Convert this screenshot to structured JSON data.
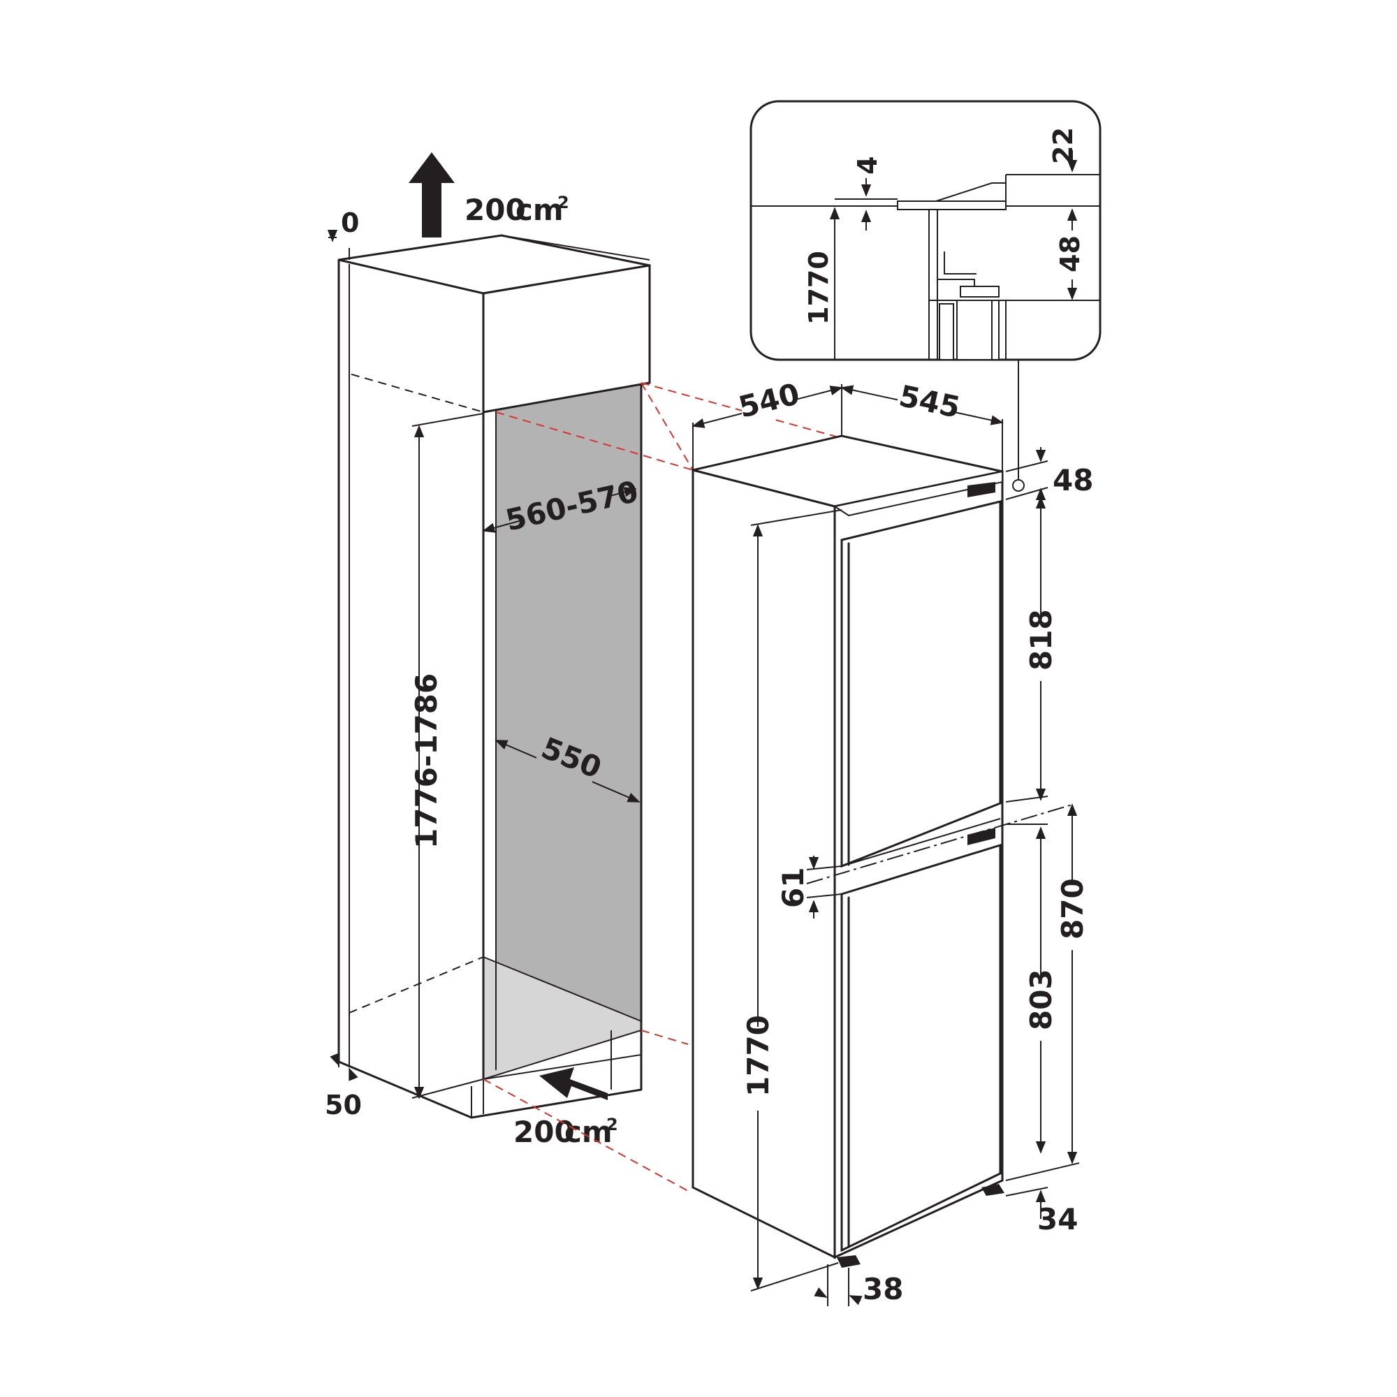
{
  "labels": {
    "vent_top_area": "200",
    "vent_top_unit": "cm",
    "vent_top_sup": "2",
    "vent_bottom_area": "200",
    "vent_bottom_unit": "cm",
    "vent_bottom_sup": "2",
    "top_gap": "0",
    "bottom_gap": "50",
    "niche_height": "1776-1786",
    "niche_width": "560-570",
    "niche_depth": "550",
    "appliance_width": "540",
    "appliance_depth": "545",
    "top_clearance": "48",
    "upper_door": "818",
    "door_gap": "61",
    "lower_section": "870",
    "lower_door": "803",
    "appliance_height": "1770",
    "plinth_offset": "34",
    "base_offset": "38",
    "detail_offset": "4",
    "detail_top": "22",
    "detail_clearance": "48",
    "detail_height": "1770"
  }
}
